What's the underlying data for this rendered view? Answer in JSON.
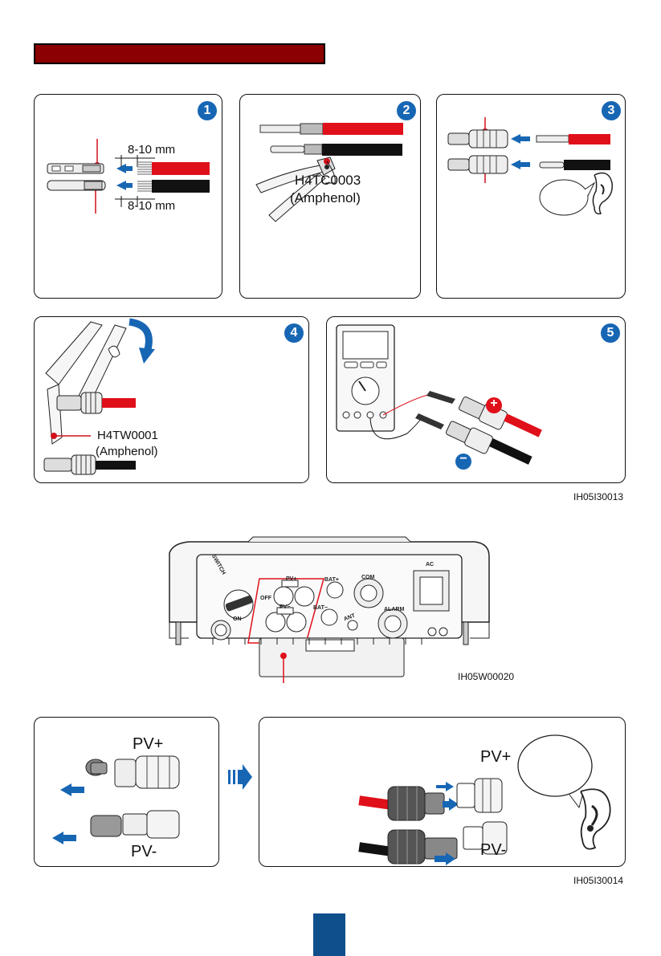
{
  "header": {
    "bar_color": "#8b0000"
  },
  "steps": {
    "s1": {
      "num": "1",
      "dim_top": "8-10 mm",
      "dim_bottom": "8-10 mm"
    },
    "s2": {
      "num": "2",
      "tool_model": "H4TC0003",
      "tool_brand": "(Amphenol)"
    },
    "s3": {
      "num": "3"
    },
    "s4": {
      "num": "4",
      "tool_model": "H4TW0001",
      "tool_brand": "(Amphenol)"
    },
    "s5": {
      "num": "5",
      "plus_sign": "+",
      "minus_sign": "−"
    }
  },
  "figure_codes": {
    "upper": "IH05I30013",
    "inverter": "IH05W00020",
    "lower": "IH05I30014"
  },
  "inverter": {
    "switch": "SWITCH",
    "off": "OFF",
    "on": "ON",
    "pv_plus": "PV+",
    "pv_minus": "PV−",
    "bat_plus": "BAT+",
    "bat_minus": "BAT−",
    "com": "COM",
    "ant": "ANT",
    "alarm": "ALARM",
    "ac": "AC"
  },
  "bottom": {
    "left_pv_plus": "PV+",
    "left_pv_minus": "PV-",
    "right_pv_plus": "PV+",
    "right_pv_minus": "PV-"
  },
  "colors": {
    "accent_blue": "#1766b4",
    "red_cable": "#e0101a",
    "black_cable": "#111111",
    "page_box": "#0f4f8c"
  }
}
